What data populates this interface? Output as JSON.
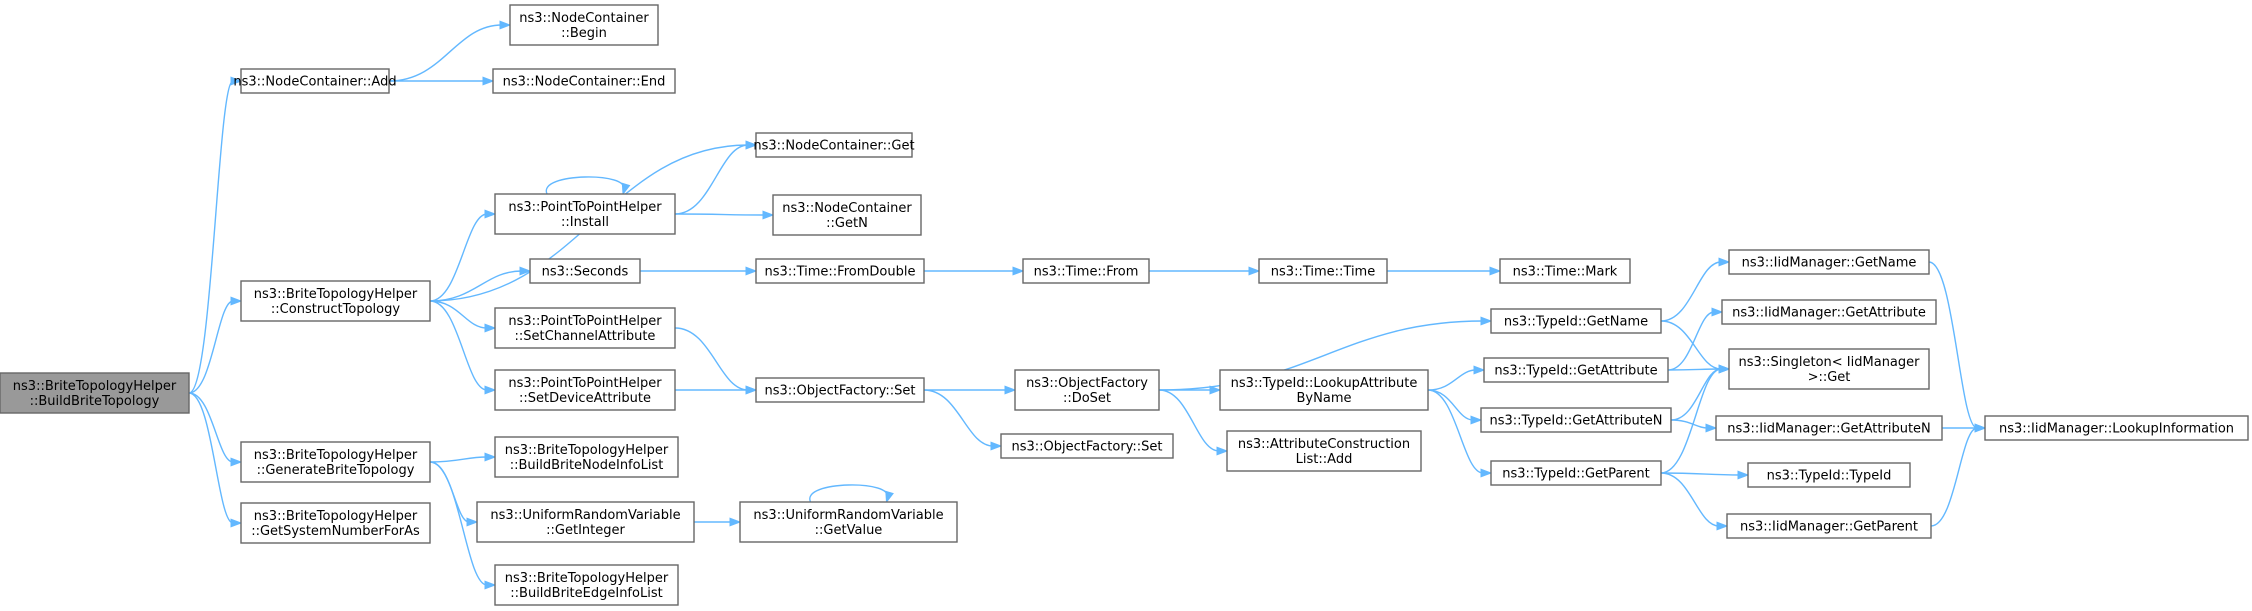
{
  "nodes": [
    {
      "id": "root",
      "lines": [
        "ns3::BriteTopologyHelper",
        "::BuildBriteTopology"
      ],
      "root": true
    },
    {
      "id": "ncAdd",
      "lines": [
        "ns3::NodeContainer::Add"
      ]
    },
    {
      "id": "ncBegin",
      "lines": [
        "ns3::NodeContainer",
        "::Begin"
      ]
    },
    {
      "id": "ncEnd",
      "lines": [
        "ns3::NodeContainer::End"
      ]
    },
    {
      "id": "construct",
      "lines": [
        "ns3::BriteTopologyHelper",
        "::ConstructTopology"
      ]
    },
    {
      "id": "ncGet",
      "lines": [
        "ns3::NodeContainer::Get"
      ]
    },
    {
      "id": "p2pInstall",
      "lines": [
        "ns3::PointToPointHelper",
        "::Install"
      ]
    },
    {
      "id": "ncGetN",
      "lines": [
        "ns3::NodeContainer",
        "::GetN"
      ]
    },
    {
      "id": "seconds",
      "lines": [
        "ns3::Seconds"
      ]
    },
    {
      "id": "fromDouble",
      "lines": [
        "ns3::Time::FromDouble"
      ]
    },
    {
      "id": "timeFrom",
      "lines": [
        "ns3::Time::From"
      ]
    },
    {
      "id": "timeTime",
      "lines": [
        "ns3::Time::Time"
      ]
    },
    {
      "id": "timeMark",
      "lines": [
        "ns3::Time::Mark"
      ]
    },
    {
      "id": "setChannel",
      "lines": [
        "ns3::PointToPointHelper",
        "::SetChannelAttribute"
      ]
    },
    {
      "id": "setDevice",
      "lines": [
        "ns3::PointToPointHelper",
        "::SetDeviceAttribute"
      ]
    },
    {
      "id": "ofSet",
      "lines": [
        "ns3::ObjectFactory::Set"
      ]
    },
    {
      "id": "ofDoSet",
      "lines": [
        "ns3::ObjectFactory",
        "::DoSet"
      ]
    },
    {
      "id": "ofSet2",
      "lines": [
        "ns3::ObjectFactory::Set"
      ]
    },
    {
      "id": "lookupAttr",
      "lines": [
        "ns3::TypeId::LookupAttribute",
        "ByName"
      ]
    },
    {
      "id": "acAdd",
      "lines": [
        "ns3::AttributeConstruction",
        "List::Add"
      ]
    },
    {
      "id": "tidGetName",
      "lines": [
        "ns3::TypeId::GetName"
      ]
    },
    {
      "id": "tidGetAttr",
      "lines": [
        "ns3::TypeId::GetAttribute"
      ]
    },
    {
      "id": "tidGetAttrN",
      "lines": [
        "ns3::TypeId::GetAttributeN"
      ]
    },
    {
      "id": "tidGetParent",
      "lines": [
        "ns3::TypeId::GetParent"
      ]
    },
    {
      "id": "iidGetName",
      "lines": [
        "ns3::IidManager::GetName"
      ]
    },
    {
      "id": "iidGetAttr",
      "lines": [
        "ns3::IidManager::GetAttribute"
      ]
    },
    {
      "id": "singleton",
      "lines": [
        "ns3::Singleton< IidManager",
        " >::Get"
      ]
    },
    {
      "id": "iidGetAttrN",
      "lines": [
        "ns3::IidManager::GetAttributeN"
      ]
    },
    {
      "id": "tidTypeId",
      "lines": [
        "ns3::TypeId::TypeId"
      ]
    },
    {
      "id": "iidGetParent",
      "lines": [
        "ns3::IidManager::GetParent"
      ]
    },
    {
      "id": "lookupInfo",
      "lines": [
        "ns3::IidManager::LookupInformation"
      ]
    },
    {
      "id": "generate",
      "lines": [
        "ns3::BriteTopologyHelper",
        "::GenerateBriteTopology"
      ]
    },
    {
      "id": "buildNodeInfo",
      "lines": [
        "ns3::BriteTopologyHelper",
        "::BuildBriteNodeInfoList"
      ]
    },
    {
      "id": "urvGetInteger",
      "lines": [
        "ns3::UniformRandomVariable",
        "::GetInteger"
      ]
    },
    {
      "id": "urvGetValue",
      "lines": [
        "ns3::UniformRandomVariable",
        "::GetValue"
      ]
    },
    {
      "id": "buildEdgeInfo",
      "lines": [
        "ns3::BriteTopologyHelper",
        "::BuildBriteEdgeInfoList"
      ]
    },
    {
      "id": "getSysNum",
      "lines": [
        "ns3::BriteTopologyHelper",
        "::GetSystemNumberForAs"
      ]
    }
  ],
  "edges": [
    [
      "root",
      "ncAdd"
    ],
    [
      "root",
      "construct"
    ],
    [
      "root",
      "generate"
    ],
    [
      "root",
      "getSysNum"
    ],
    [
      "ncAdd",
      "ncBegin"
    ],
    [
      "ncAdd",
      "ncEnd"
    ],
    [
      "construct",
      "ncGet"
    ],
    [
      "construct",
      "p2pInstall"
    ],
    [
      "construct",
      "seconds"
    ],
    [
      "construct",
      "setChannel"
    ],
    [
      "construct",
      "setDevice"
    ],
    [
      "p2pInstall",
      "p2pInstall"
    ],
    [
      "p2pInstall",
      "ncGet"
    ],
    [
      "p2pInstall",
      "ncGetN"
    ],
    [
      "seconds",
      "fromDouble"
    ],
    [
      "fromDouble",
      "timeFrom"
    ],
    [
      "timeFrom",
      "timeTime"
    ],
    [
      "timeTime",
      "timeMark"
    ],
    [
      "setChannel",
      "ofSet"
    ],
    [
      "setDevice",
      "ofSet"
    ],
    [
      "ofSet",
      "ofDoSet"
    ],
    [
      "ofSet",
      "ofSet2"
    ],
    [
      "ofDoSet",
      "tidGetName"
    ],
    [
      "ofDoSet",
      "lookupAttr"
    ],
    [
      "ofDoSet",
      "acAdd"
    ],
    [
      "lookupAttr",
      "tidGetAttr"
    ],
    [
      "lookupAttr",
      "tidGetAttrN"
    ],
    [
      "lookupAttr",
      "tidGetParent"
    ],
    [
      "tidGetName",
      "iidGetName"
    ],
    [
      "tidGetName",
      "singleton"
    ],
    [
      "tidGetAttr",
      "iidGetAttr"
    ],
    [
      "tidGetAttr",
      "singleton"
    ],
    [
      "tidGetAttrN",
      "singleton"
    ],
    [
      "tidGetAttrN",
      "iidGetAttrN"
    ],
    [
      "tidGetParent",
      "singleton"
    ],
    [
      "tidGetParent",
      "tidTypeId"
    ],
    [
      "tidGetParent",
      "iidGetParent"
    ],
    [
      "iidGetName",
      "lookupInfo"
    ],
    [
      "iidGetAttrN",
      "lookupInfo"
    ],
    [
      "iidGetParent",
      "lookupInfo"
    ],
    [
      "generate",
      "buildNodeInfo"
    ],
    [
      "generate",
      "urvGetInteger"
    ],
    [
      "generate",
      "buildEdgeInfo"
    ],
    [
      "urvGetInteger",
      "urvGetValue"
    ],
    [
      "urvGetValue",
      "urvGetValue"
    ]
  ],
  "colors": {
    "edge": "#63b8ff",
    "node_border": "#666666",
    "root_fill": "#999999",
    "node_fill": "#ffffff"
  }
}
